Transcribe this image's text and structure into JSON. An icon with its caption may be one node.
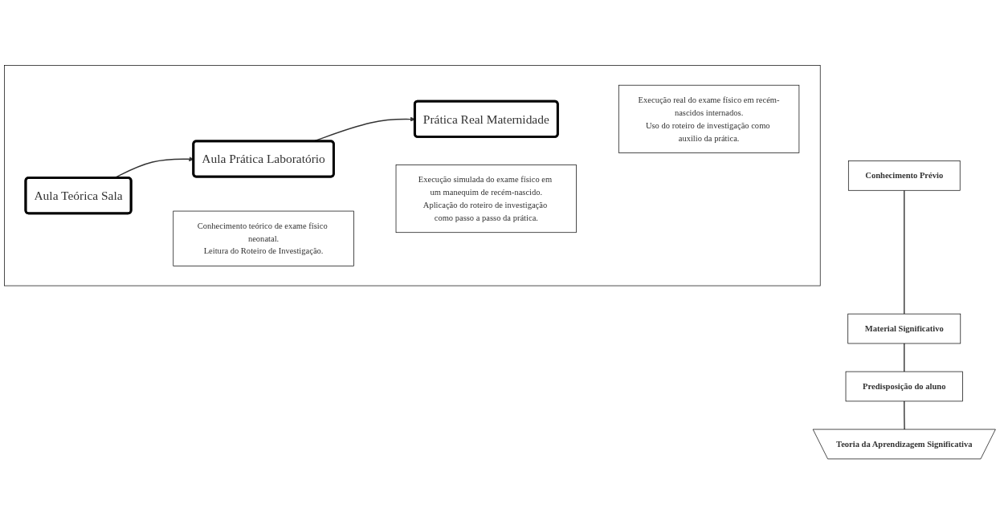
{
  "diagram": {
    "nodes": [
      {
        "text": [],
        "shape": "box"
      },
      {
        "text": [
          "Aula Teórica Sala"
        ],
        "in": 0
      },
      {
        "text": [
          "Conhecimento teórico de exame físico neonatal.",
          "Leitura do Roteiro de Investigação."
        ],
        "in": 0
      },
      {
        "text": [
          "Aula Prática Laboratório"
        ],
        "in": 0
      },
      {
        "text": [
          "Execução simulada do exame físico em um manequim de recém-nascido.",
          "Aplicação do roteiro de investigação como passo a passo da prática."
        ],
        "in": 0
      },
      {
        "text": [
          "Prática Real Maternidade"
        ],
        "in": 0
      },
      {
        "text": [
          "Execução real do exame físico em recém-nascidos internados.",
          "Uso do roteiro de investigação como auxilio da prática."
        ],
        "in": 0
      },
      {
        "text": [
          "Conhecimento Prévio"
        ]
      },
      {
        "text": [
          "Material Significativo"
        ]
      },
      {
        "text": [
          "Predisposição do aluno"
        ]
      },
      {
        "text": [
          "Teoria da Aprendizagem Significativa"
        ]
      }
    ],
    "edges": [
      {
        "from": 1,
        "to": 3,
        "arrow": "to"
      },
      {
        "from": 3,
        "to": 5,
        "arrow": "to"
      },
      {
        "from": 7,
        "to": 8,
        "arrow": "none"
      },
      {
        "from": 8,
        "to": 9,
        "arrow": "none"
      },
      {
        "from": 9,
        "to": 10,
        "arrow": "none"
      }
    ]
  }
}
